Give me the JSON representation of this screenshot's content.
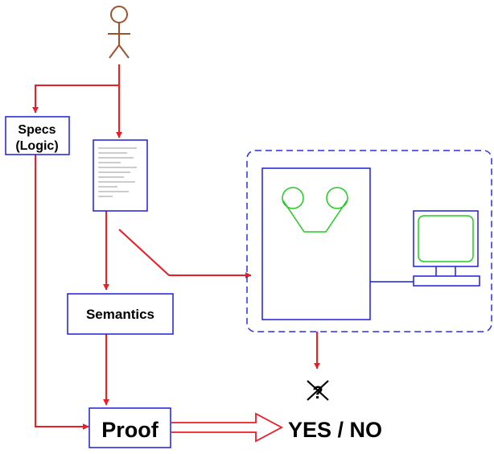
{
  "diagram": {
    "specs_box": {
      "line1": "Specs",
      "line2": "(Logic)"
    },
    "semantics_box": {
      "label": "Semantics"
    },
    "proof_box": {
      "label": "Proof"
    },
    "result": {
      "label": "YES / NO",
      "mark": "?"
    },
    "icons": {
      "user": "stick-figure-icon",
      "program": "document-icon",
      "machine": "tape-machine-icon",
      "terminal": "computer-monitor-icon",
      "undecidable": "crossed-question-icon"
    },
    "colors": {
      "flow_arrow": "#ee1c24",
      "boxes": "#1f1fdc",
      "system_boundary": "#2d2de6",
      "reels_screen": "#22cc22",
      "user_figure": "#a0522d",
      "document_lines": "#9a9a9a"
    }
  }
}
